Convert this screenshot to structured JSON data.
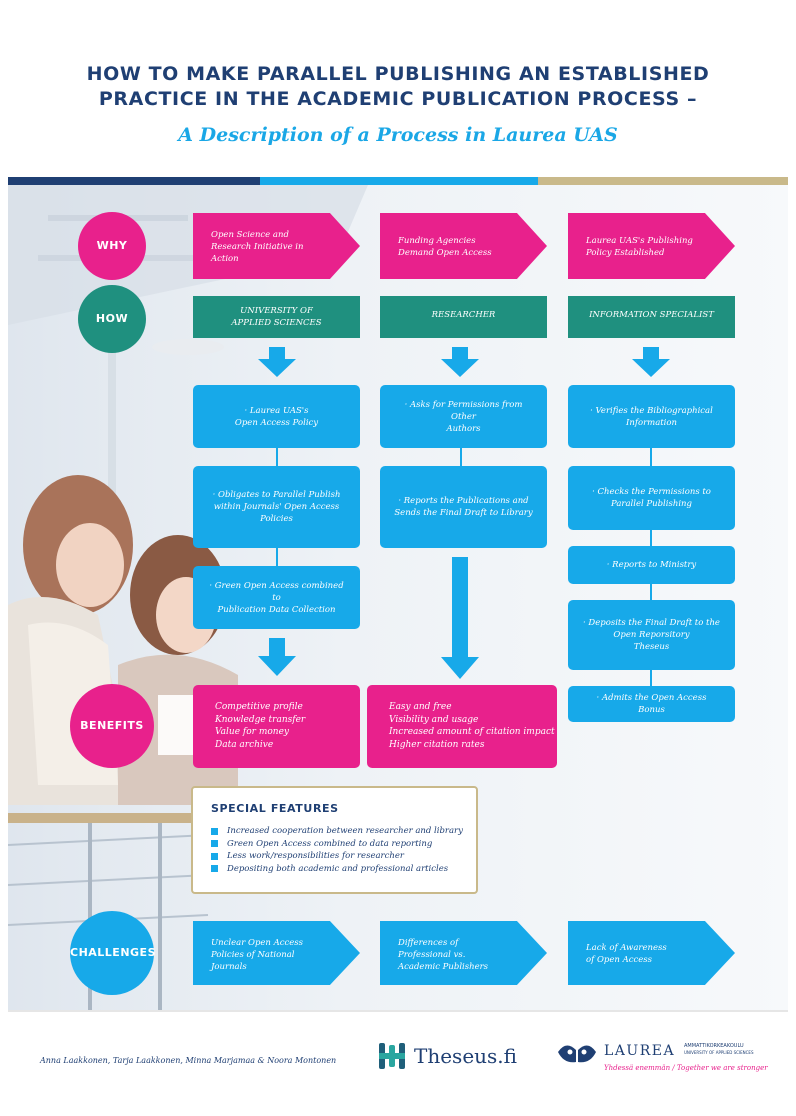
{
  "title": {
    "line1": "HOW TO MAKE PARALLEL PUBLISHING AN ESTABLISHED",
    "line2": "PRACTICE IN THE ACADEMIC PUBLICATION PROCESS –",
    "subtitle": "A Description of a Process in Laurea UAS"
  },
  "colors": {
    "pink": "#e8218c",
    "teal": "#1f907f",
    "blue": "#17a9e9",
    "navy": "#1f3f73",
    "gold": "#c9b98a"
  },
  "rows": {
    "why": "WHY",
    "how": "HOW",
    "benefits": "BENEFITS",
    "challenges": "CHALLENGES"
  },
  "why": [
    [
      "Open Science and",
      "Research Initiative in",
      "Action"
    ],
    [
      "Funding Agencies",
      "Demand Open Access"
    ],
    [
      "Laurea UAS's Publishing",
      "Policy Established"
    ]
  ],
  "how": [
    [
      "UNIVERSITY OF",
      "APPLIED SCIENCES"
    ],
    [
      "RESEARCHER"
    ],
    [
      "INFORMATION SPECIALIST"
    ]
  ],
  "col1": [
    [
      "· Laurea UAS's",
      "Open Access Policy"
    ],
    [
      "· Obligates to Parallel Publish",
      "within Journals' Open Access",
      "Policies"
    ],
    [
      "· Green Open Access combined to",
      "Publication Data Collection"
    ]
  ],
  "col2": [
    [
      "· Asks for Permissions from Other",
      "Authors"
    ],
    [
      "· Reports the Publications and",
      "Sends the Final Draft to Library"
    ]
  ],
  "col3": [
    [
      "· Verifies the Bibliographical",
      "Information"
    ],
    [
      "· Checks the Permissions to",
      "Parallel Publishing"
    ],
    [
      "· Reports to Ministry"
    ],
    [
      "· Deposits the Final Draft to the",
      "Open Reporsitory",
      "Theseus"
    ],
    [
      "· Admits the Open Access Bonus"
    ]
  ],
  "benefits": [
    [
      "Competitive profile",
      "Knowledge transfer",
      "Value for money",
      "Data archive"
    ],
    [
      "Easy and free",
      "Visibility and usage",
      "Increased amount of citation impact",
      "Higher citation rates"
    ]
  ],
  "special": {
    "title": "SPECIAL FEATURES",
    "items": [
      "Increased cooperation between researcher and library",
      "Green Open Access combined to data reporting",
      "Less work/responsibilities for researcher",
      "Depositing both academic and professional articles"
    ]
  },
  "challenges": [
    [
      "Unclear Open Access",
      "Policies of National",
      "Journals"
    ],
    [
      "Differences of",
      "Professional vs.",
      "Academic Publishers"
    ],
    [
      "Lack of Awareness",
      "of Open Access"
    ]
  ],
  "footer": {
    "authors": "Anna Laakkonen, Tarja Laakkonen, Minna Marjamaa & Noora Montonen",
    "theseus": "Theseus.fi",
    "laurea_name": "LAUREA",
    "laurea_sub1": "AMMATTIKORKEAKOULU",
    "laurea_sub2": "UNIVERSITY OF APPLIED SCIENCES",
    "laurea_tagline": "Yhdessä enemmän  /  Together we are stronger"
  }
}
